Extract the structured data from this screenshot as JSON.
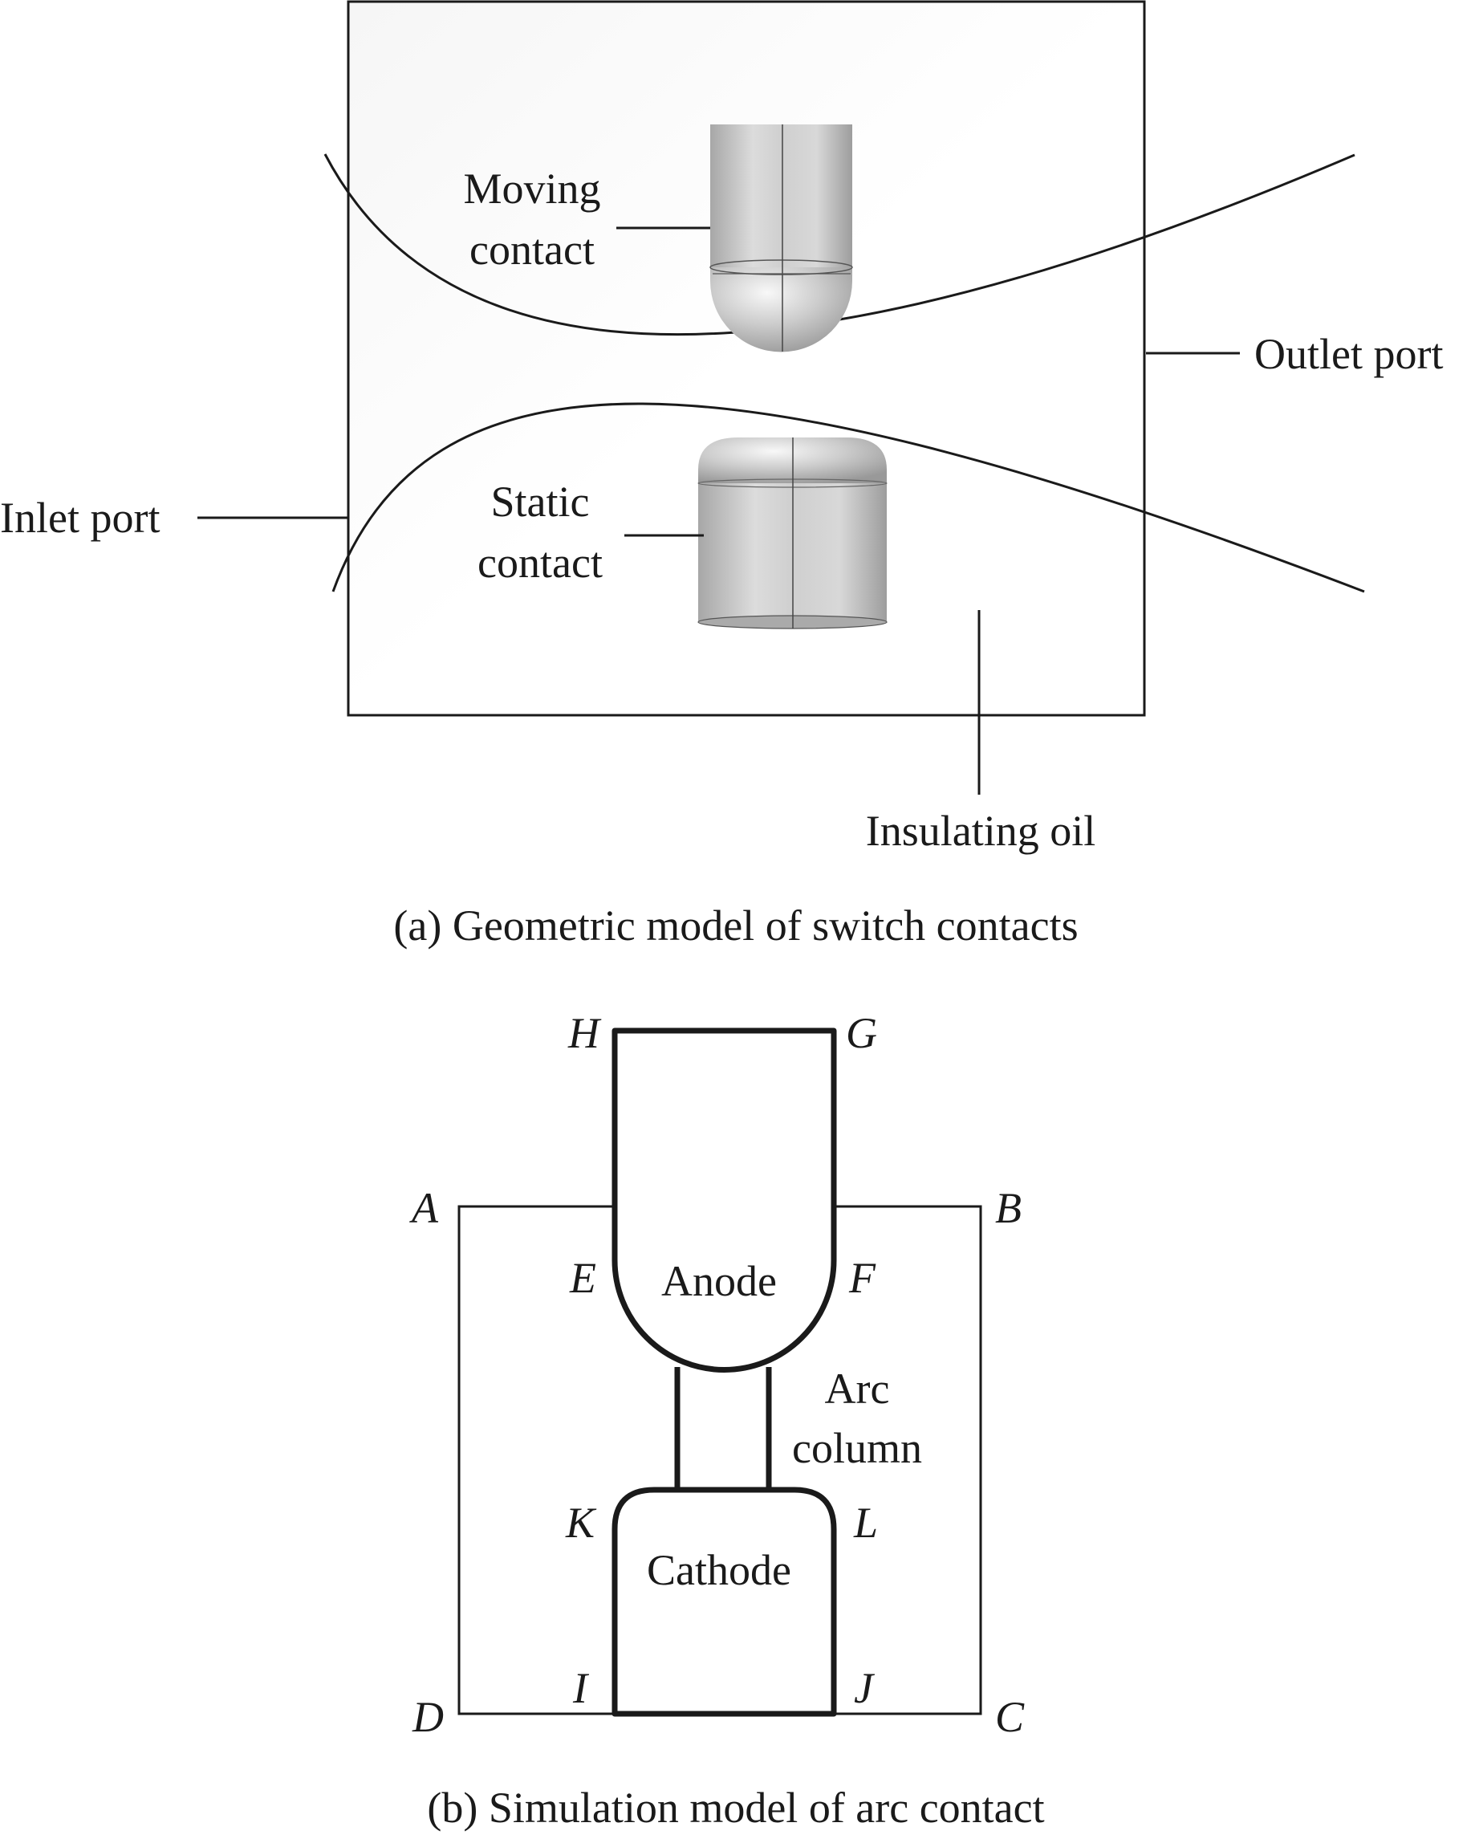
{
  "panel_a": {
    "caption": "(a) Geometric model of switch contacts",
    "labels": {
      "moving_contact_line1": "Moving",
      "moving_contact_line2": "contact",
      "static_contact_line1": "Static",
      "static_contact_line2": "contact",
      "outlet_port": "Outlet port",
      "inlet_port": "Inlet port",
      "insulating_oil": "Insulating oil"
    }
  },
  "panel_b": {
    "caption": "(b) Simulation model of arc contact",
    "labels": {
      "anode": "Anode",
      "cathode": "Cathode",
      "arc_line1": "Arc",
      "arc_line2": "column"
    },
    "points": {
      "A": "A",
      "B": "B",
      "C": "C",
      "D": "D",
      "E": "E",
      "F": "F",
      "G": "G",
      "H": "H",
      "I": "I",
      "J": "J",
      "K": "K",
      "L": "L"
    }
  }
}
